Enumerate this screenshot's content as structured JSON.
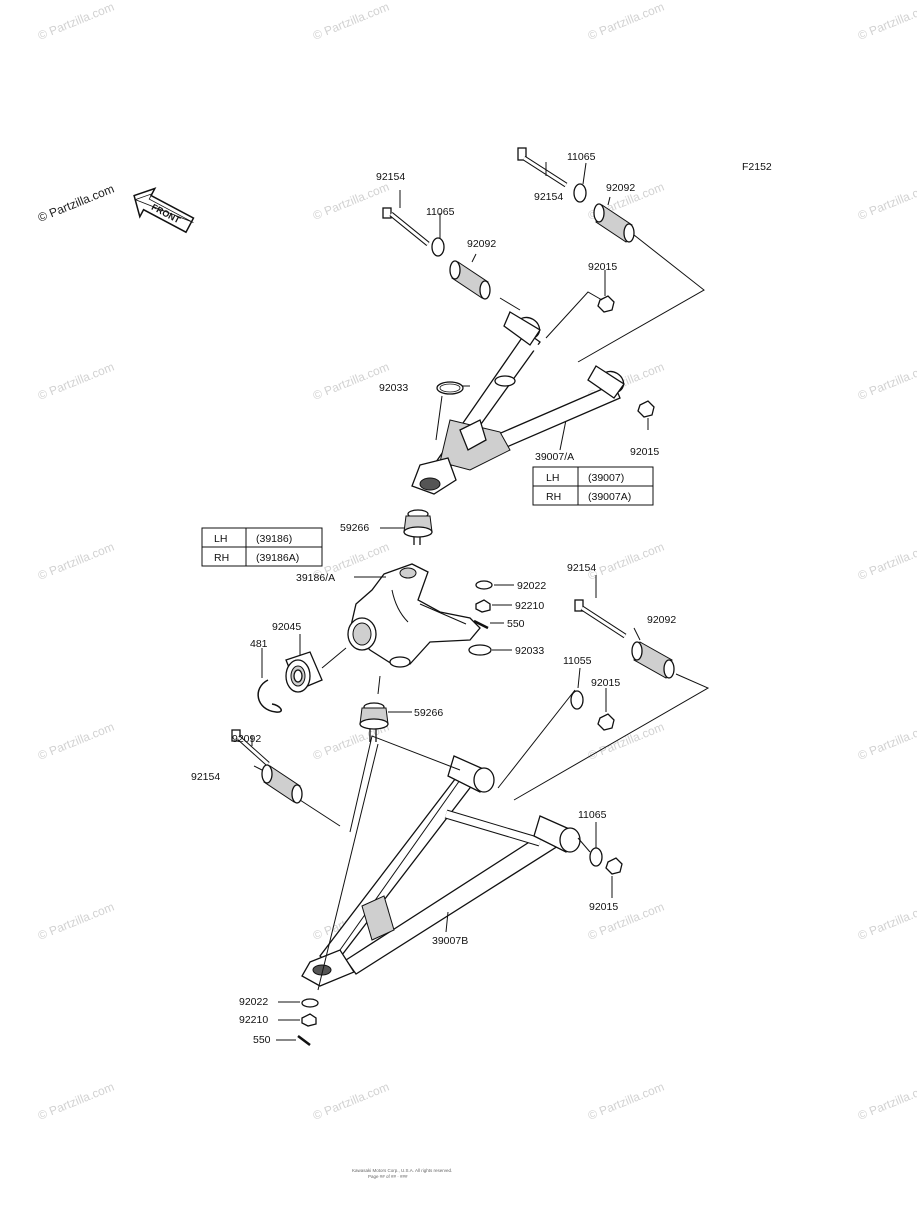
{
  "figure_code": "F2152",
  "front_label": "FRONT",
  "watermark": "© Partzilla.com",
  "watermark_logo": "© Partzilla.com",
  "footer": {
    "line1": "Kawasaki Motors Corp., U.S.A. All rights reserved.",
    "line2": "Page ## of ## · ###"
  },
  "labels": {
    "p92154_a": "92154",
    "p11065_a": "11065",
    "p92092_a": "92092",
    "p92154_b": "92154",
    "p11065_b": "11065",
    "p92092_b": "92092",
    "p92015_a": "92015",
    "p92033_a": "92033",
    "p92015_b": "92015",
    "p39007a": "39007/A",
    "p59266_a": "59266",
    "p39186a": "39186/A",
    "p92022_a": "92022",
    "p92210_a": "92210",
    "p550_a": "550",
    "p92033_b": "92033",
    "p92045": "92045",
    "p481": "481",
    "p92154_c": "92154",
    "p92092_c": "92092",
    "p11055": "11055",
    "p92015_c": "92015",
    "p59266_b": "59266",
    "p92092_d": "92092",
    "p92154_d": "92154",
    "p11065_c": "11065",
    "p92015_d": "92015",
    "p39007b": "39007B",
    "p92022_b": "92022",
    "p92210_b": "92210",
    "p550_b": "550"
  },
  "table_upper": {
    "rows": [
      {
        "side": "LH",
        "part": "(39007)"
      },
      {
        "side": "RH",
        "part": "(39007A)"
      }
    ]
  },
  "table_knuckle": {
    "rows": [
      {
        "side": "LH",
        "part": "(39186)"
      },
      {
        "side": "RH",
        "part": "(39186A)"
      }
    ]
  }
}
